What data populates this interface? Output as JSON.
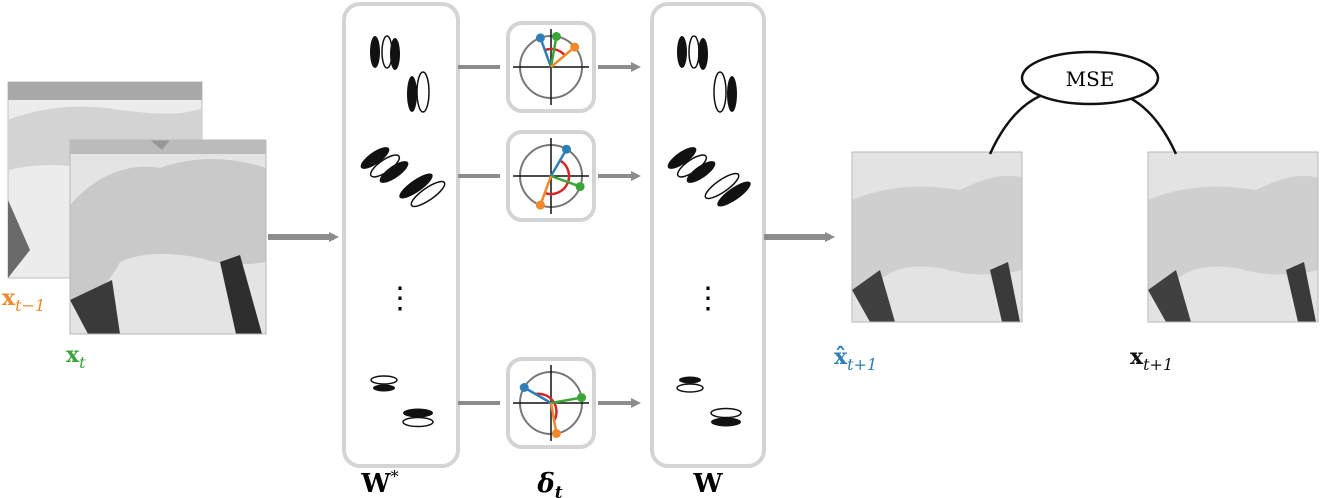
{
  "labels": {
    "x_prev": {
      "base": "x",
      "sub": "t−1",
      "color": "#f0892b"
    },
    "x_curr": {
      "base": "x",
      "sub": "t",
      "color": "#3aa637"
    },
    "x_hat_next": {
      "base": "x̂",
      "sub": "t+1",
      "color": "#2e7fb8"
    },
    "x_next": {
      "base": "x",
      "sub": "t+1",
      "color": "#111111"
    },
    "w_star": {
      "base": "W",
      "sup": "*"
    },
    "delta": {
      "base": "δ",
      "sub": "t"
    },
    "w": {
      "base": "W"
    },
    "mse": "MSE",
    "ellipsis": "⋮"
  },
  "colors": {
    "arrow": "#8c8c8c",
    "panel_border": "#d4d4d4",
    "phase_blue": "#2e7fb8",
    "phase_green": "#3aa637",
    "phase_orange": "#f0892b",
    "phase_red": "#d62728"
  },
  "phase_rows": [
    {
      "blue_deg": 110,
      "green_deg": 80,
      "orange_deg": 40
    },
    {
      "blue_deg": 60,
      "green_deg": -20,
      "orange_deg": -110
    },
    {
      "blue_deg": 150,
      "green_deg": 10,
      "orange_deg": -80
    }
  ],
  "icons": {
    "filter_pairs": "gabor-filter-pair-icon",
    "phase_dials": "phase-rotation-icon",
    "photos": "camel-photo"
  }
}
